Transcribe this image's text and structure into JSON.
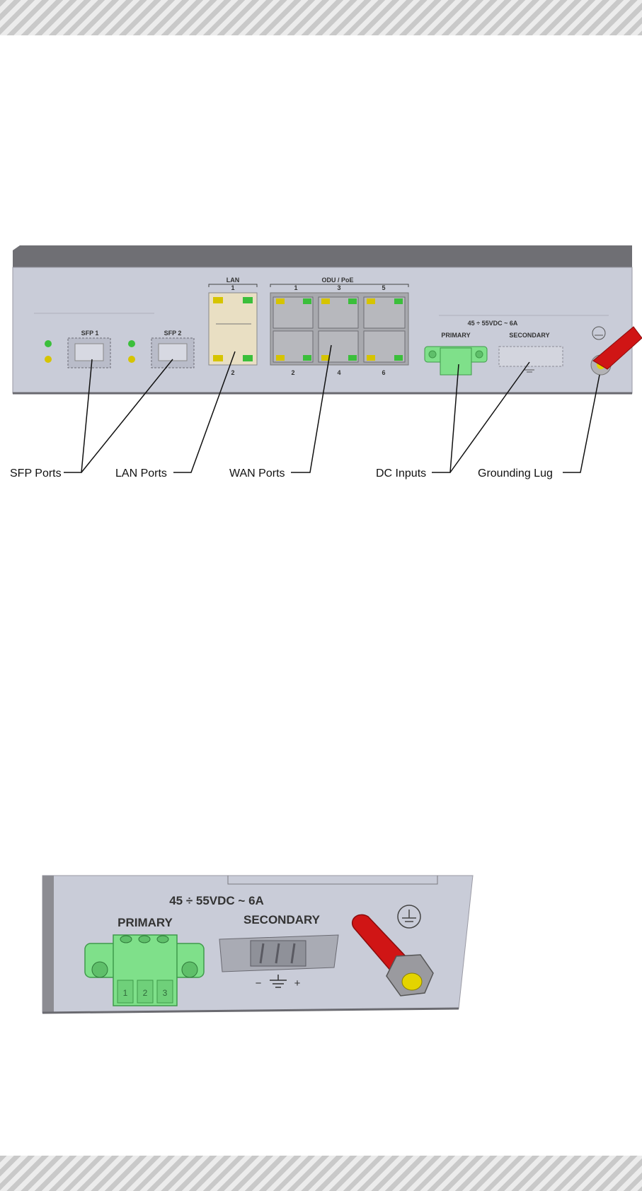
{
  "device_top": {
    "sfp1": "SFP 1",
    "sfp2": "SFP 2",
    "lan_header": "LAN",
    "lan_port_top": "1",
    "lan_port_bottom": "2",
    "odu_header": "ODU / PoE",
    "odu_top_ports": [
      "1",
      "3",
      "5"
    ],
    "odu_bottom_ports": [
      "2",
      "4",
      "6"
    ],
    "power_rating": "45 ÷ 55VDC ~ 6A",
    "primary": "PRIMARY",
    "secondary": "SECONDARY"
  },
  "callouts": {
    "sfp_ports": "SFP Ports",
    "lan_ports": "LAN Ports",
    "wan_ports": "WAN Ports",
    "dc_inputs": "DC Inputs",
    "grounding_lug": "Grounding Lug"
  },
  "device_bottom": {
    "power_rating": "45 ÷ 55VDC ~ 6A",
    "primary": "PRIMARY",
    "secondary": "SECONDARY",
    "pins": [
      "1",
      "2",
      "3"
    ],
    "polarity_minus": "−",
    "polarity_plus": "+"
  },
  "colors": {
    "panel": "#c9ccd8",
    "connector_green": "#7fe08a",
    "lug_red": "#d01515",
    "led_green": "#3bbf3b",
    "led_yellow": "#d6c400"
  }
}
